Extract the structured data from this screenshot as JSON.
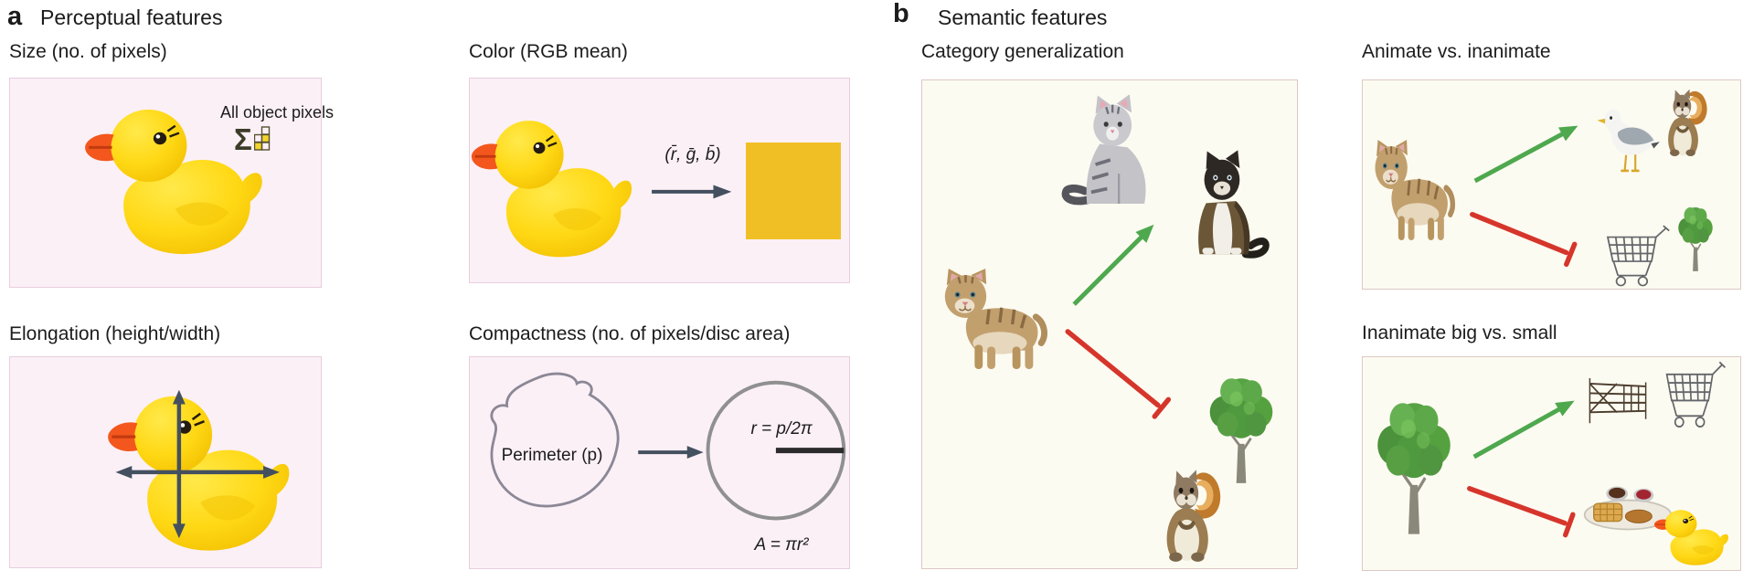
{
  "panel_a": {
    "letter": "a",
    "title": "Perceptual features",
    "size_box": {
      "label": "Size (no. of pixels)",
      "annotation": "All object pixels",
      "sum_symbol": "Σ"
    },
    "color_box": {
      "label": "Color (RGB mean)",
      "mean_rgb_label": "(r̄, ḡ, b̄)"
    },
    "elongation_box": {
      "label": "Elongation (height/width)"
    },
    "compactness_box": {
      "label": "Compactness (no. of pixels/disc area)",
      "perimeter_label": "Perimeter (p)",
      "radius_formula": "r = p/2π",
      "area_formula": "A = πr²"
    }
  },
  "panel_b": {
    "letter": "b",
    "title": "Semantic features",
    "category_box": {
      "label": "Category generalization"
    },
    "animate_box": {
      "label": "Animate vs. inanimate"
    },
    "inanimate_box": {
      "label": "Inanimate big vs. small"
    }
  },
  "colors": {
    "perceptual_box_fill": "#fcf0f7",
    "perceptual_box_border": "#e7cede",
    "semantic_box_fill": "#fcfbf1",
    "semantic_box_border": "#dcc9c4",
    "mean_rgb_swatch": "#f0bf26",
    "generalization_arrow_green": "#4ea84e",
    "inhibition_line_red": "#d6352b",
    "diagram_arrow_slate": "#44505f"
  },
  "icons": [
    "rubber-duck-icon",
    "pixel-grid-icon",
    "silver-cat-icon",
    "dark-cat-icon",
    "kitten-icon",
    "tree-icon",
    "squirrel-icon",
    "seagull-icon",
    "shopping-cart-icon",
    "wooden-gate-icon",
    "breakfast-plate-icon",
    "perimeter-blob-icon",
    "disc-icon"
  ]
}
